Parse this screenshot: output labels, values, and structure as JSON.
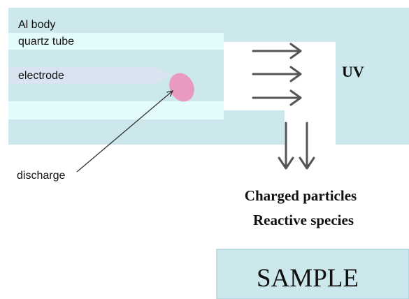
{
  "labels": {
    "body": "Al body",
    "tube": "quartz tube",
    "electrode": "electrode",
    "discharge": "discharge",
    "uv": "UV",
    "products_line1": "Charged particles",
    "products_line2": "Reactive species",
    "sample": "SAMPLE"
  },
  "colors": {
    "al_body": "#cde8ec",
    "quartz_tube": "#e4fbfc",
    "electrode": "#d9e4f1",
    "discharge": "#ea9ac0",
    "arrow": "#555555",
    "sample_fill": "#cde8ec",
    "sample_border": "#a9d3d7"
  }
}
